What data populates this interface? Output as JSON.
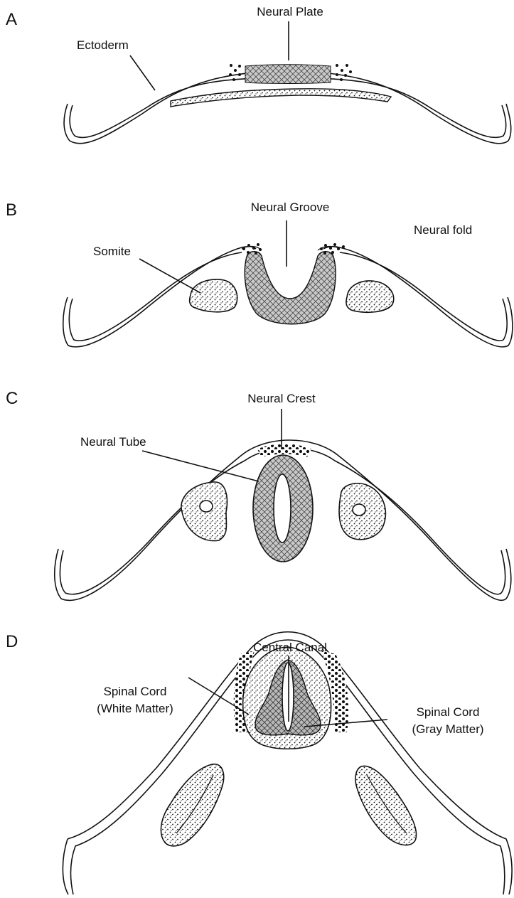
{
  "panels": {
    "a": {
      "letter": "A",
      "labels": {
        "neural_plate": "Neural Plate",
        "ectoderm": "Ectoderm"
      }
    },
    "b": {
      "letter": "B",
      "labels": {
        "neural_groove": "Neural Groove",
        "neural_fold": "Neural fold",
        "somite": "Somite"
      }
    },
    "c": {
      "letter": "C",
      "labels": {
        "neural_crest": "Neural Crest",
        "neural_tube": "Neural Tube"
      }
    },
    "d": {
      "letter": "D",
      "labels": {
        "central_canal": "Central Canal",
        "white_matter_line1": "Spinal Cord",
        "white_matter_line2": "(White Matter)",
        "gray_matter_line1": "Spinal Cord",
        "gray_matter_line2": "(Gray Matter)"
      }
    }
  },
  "colors": {
    "ink": "#111111",
    "background": "#ffffff"
  }
}
